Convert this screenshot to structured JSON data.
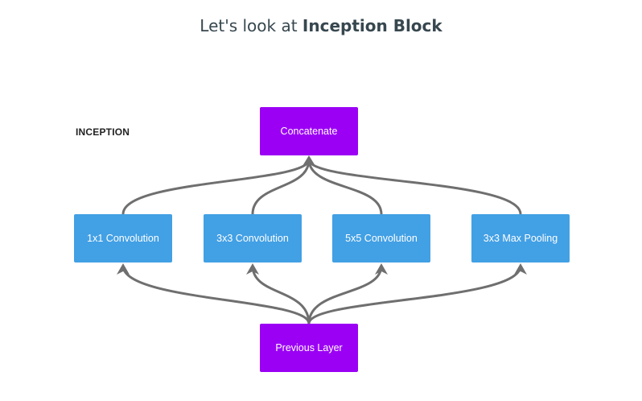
{
  "title": {
    "prefix": "Let's look at ",
    "bold": "Inception Block"
  },
  "section_label": "INCEPTION",
  "nodes": {
    "concat": "Concatenate",
    "conv1": "1x1 Convolution",
    "conv3": "3x3 Convolution",
    "conv5": "5x5 Convolution",
    "pool": "3x3 Max Pooling",
    "prev": "Previous Layer"
  },
  "colors": {
    "output_node": "#9b00f5",
    "branch_node": "#42a0e5",
    "edge": "#6f6f6f"
  }
}
